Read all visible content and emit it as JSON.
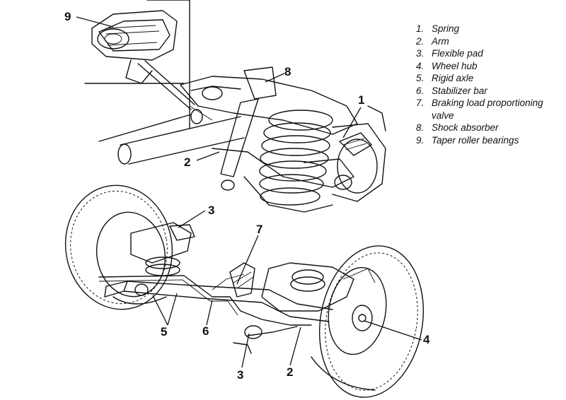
{
  "legend": [
    {
      "number": "1.",
      "text": "Spring"
    },
    {
      "number": "2.",
      "text": "Arm"
    },
    {
      "number": "3.",
      "text": "Flexible pad"
    },
    {
      "number": "4.",
      "text": "Wheel hub"
    },
    {
      "number": "5.",
      "text": "Rigid axle"
    },
    {
      "number": "6.",
      "text": "Stabilizer bar"
    },
    {
      "number": "7.",
      "text": "Braking load proportioning valve"
    },
    {
      "number": "8.",
      "text": "Shock absorber"
    },
    {
      "number": "9.",
      "text": "Taper roller bearings"
    }
  ],
  "callouts": {
    "c9": "9",
    "c8": "8",
    "c1": "1",
    "c2_top": "2",
    "c3_left": "3",
    "c7": "7",
    "c5": "5",
    "c6": "6",
    "c4": "4",
    "c3_bottom": "3",
    "c2_bottom": "2"
  },
  "colors": {
    "ink": "#111111",
    "paper": "#ffffff"
  }
}
